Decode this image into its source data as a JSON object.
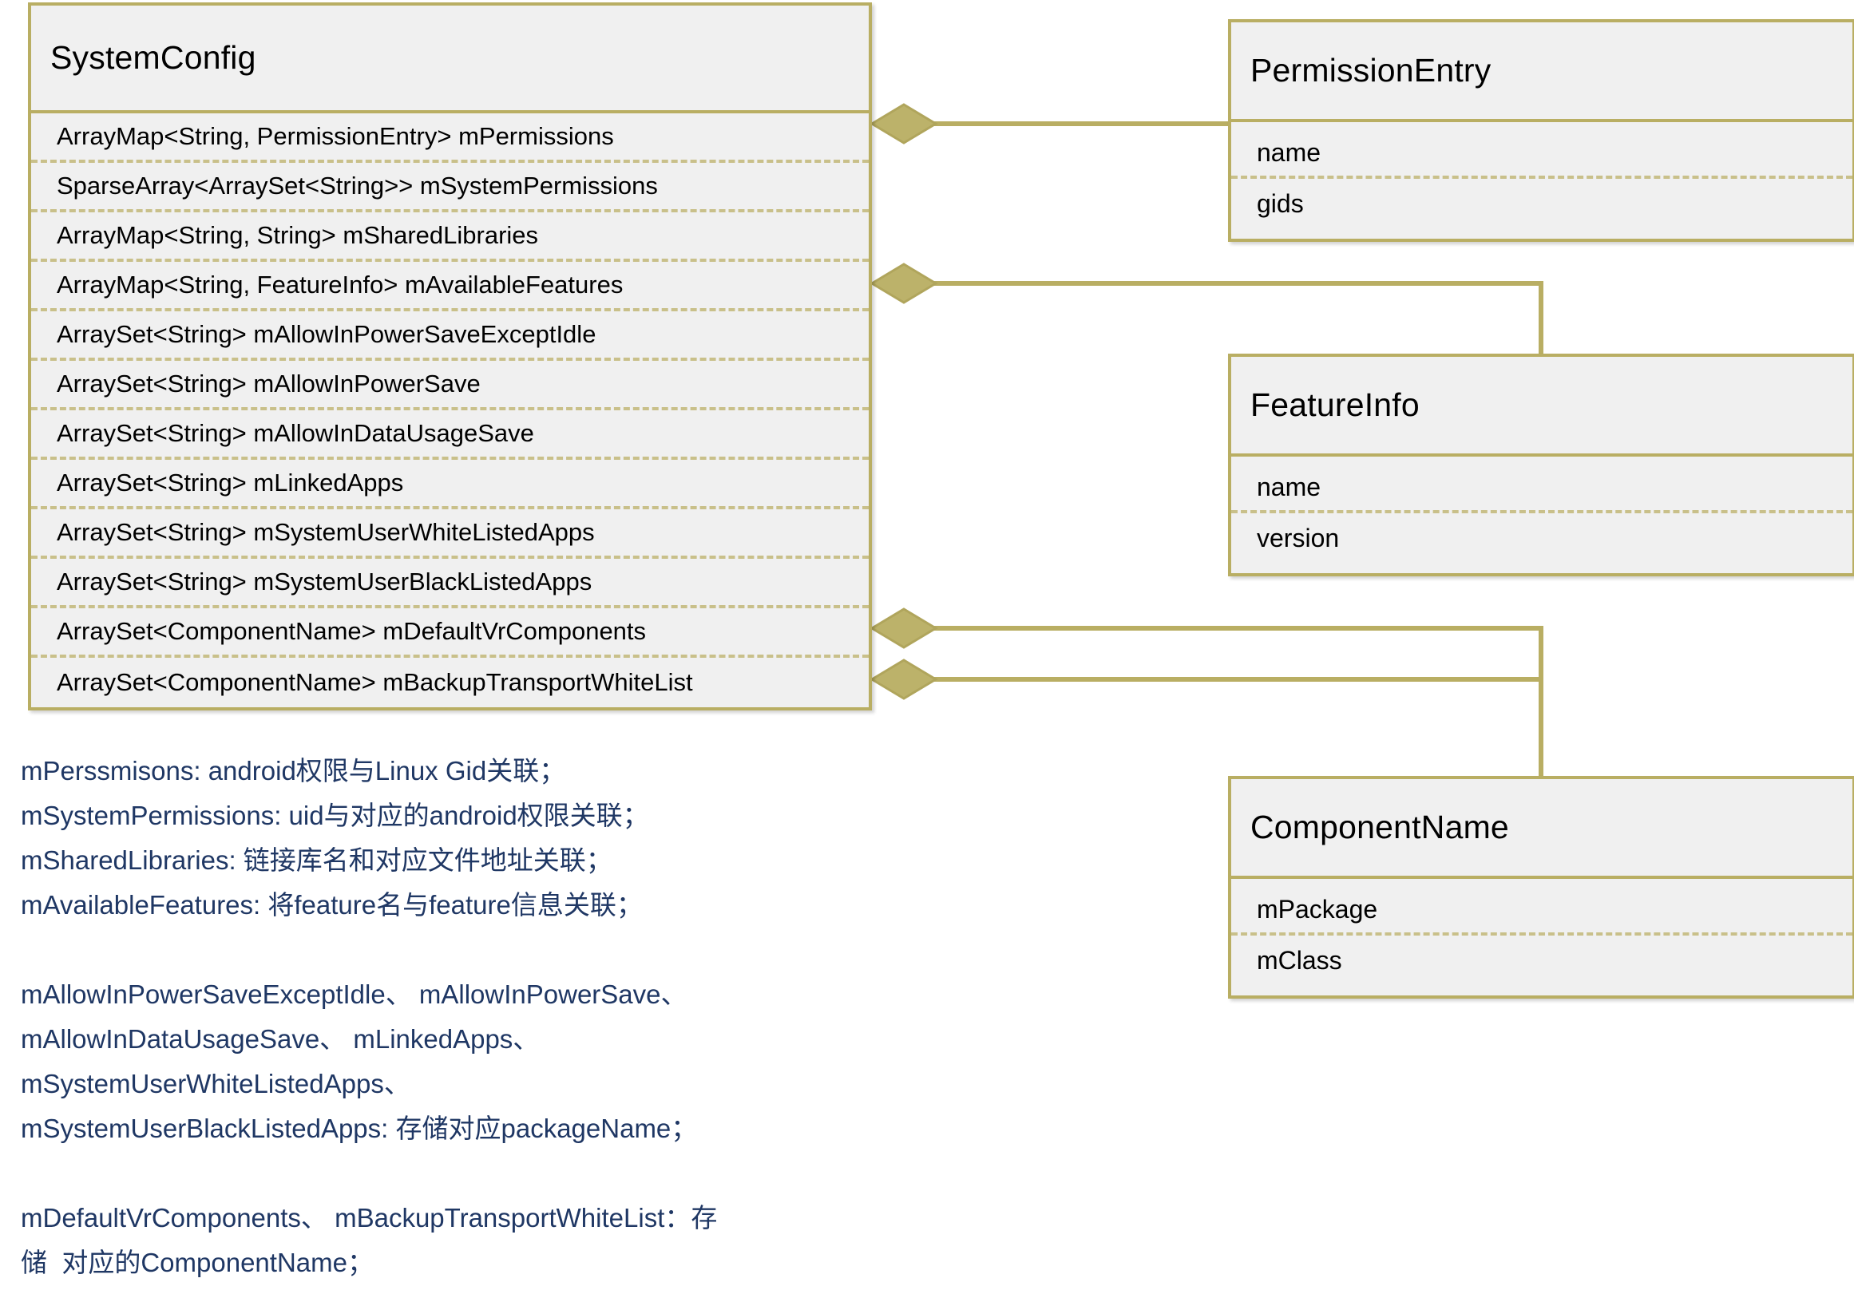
{
  "diagram": {
    "type": "uml-class-diagram",
    "colors": {
      "box_border": "#b9ae63",
      "box_fill": "#f0f0f0",
      "row_divider": "#c9c08a",
      "connector": "#b9ae63",
      "note_text": "#1f3764",
      "title_text": "#000000"
    }
  },
  "classes": {
    "systemconfig": {
      "title": "SystemConfig",
      "attributes": [
        "ArrayMap<String, PermissionEntry> mPermissions",
        "SparseArray<ArraySet<String>> mSystemPermissions",
        "ArrayMap<String, String> mSharedLibraries",
        "ArrayMap<String, FeatureInfo> mAvailableFeatures",
        "ArraySet<String> mAllowInPowerSaveExceptIdle",
        "ArraySet<String> mAllowInPowerSave",
        "ArraySet<String> mAllowInDataUsageSave",
        "ArraySet<String> mLinkedApps",
        "ArraySet<String> mSystemUserWhiteListedApps",
        "ArraySet<String> mSystemUserBlackListedApps",
        "ArraySet<ComponentName> mDefaultVrComponents",
        "ArraySet<ComponentName> mBackupTransportWhiteList"
      ]
    },
    "permissionentry": {
      "title": "PermissionEntry",
      "attributes": [
        "name",
        "gids"
      ]
    },
    "featureinfo": {
      "title": "FeatureInfo",
      "attributes": [
        "name",
        "version"
      ]
    },
    "componentname": {
      "title": "ComponentName",
      "attributes": [
        "mPackage",
        "mClass"
      ]
    }
  },
  "relationships": [
    {
      "from": "SystemConfig.mPermissions",
      "to": "PermissionEntry",
      "marker": "filled-diamond"
    },
    {
      "from": "SystemConfig.mAvailableFeatures",
      "to": "FeatureInfo",
      "marker": "filled-diamond"
    },
    {
      "from": "SystemConfig.mDefaultVrComponents",
      "to": "ComponentName",
      "marker": "filled-diamond"
    },
    {
      "from": "SystemConfig.mBackupTransportWhiteList",
      "to": "ComponentName",
      "marker": "filled-diamond"
    }
  ],
  "notes": {
    "group1": [
      "mPerssmisons: android权限与Linux Gid关联；",
      "mSystemPermissions: uid与对应的android权限关联；",
      "mSharedLibraries: 链接库名和对应文件地址关联；",
      "mAvailableFeatures: 将feature名与feature信息关联；"
    ],
    "group2": [
      "mAllowInPowerSaveExceptIdle、 mAllowInPowerSave、",
      "mAllowInDataUsageSave、 mLinkedApps、",
      "mSystemUserWhiteListedApps、",
      "mSystemUserBlackListedApps: 存储对应packageName；"
    ],
    "group3": [
      "mDefaultVrComponents、 mBackupTransportWhiteList：存",
      "储  对应的ComponentName；"
    ]
  }
}
